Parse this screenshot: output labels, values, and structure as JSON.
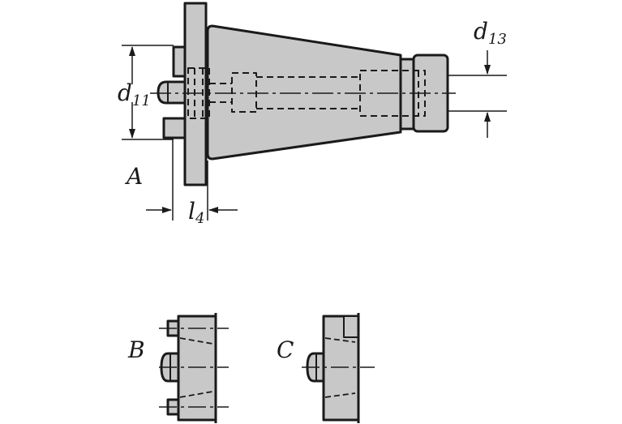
{
  "labels": {
    "d11_main": "d",
    "d11_sub": "11",
    "d13_main": "d",
    "d13_sub": "13",
    "l4_main": "l",
    "l4_sub": "4",
    "variant_a": "A",
    "variant_b": "B",
    "variant_c": "C"
  },
  "colors": {
    "fill": "#c8c8c8",
    "stroke": "#1a1a1a"
  }
}
